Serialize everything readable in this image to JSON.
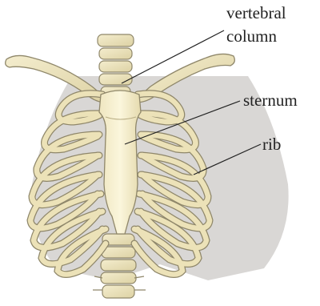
{
  "figure": {
    "subject": "rib cage anterior view",
    "colors": {
      "bone": "#ece2b8",
      "bone_outline": "#8f876a",
      "cartilage": "#e6dfcf",
      "shadow_gray": "#9a9894",
      "leader_line": "#222222"
    }
  },
  "labels": {
    "vertebral_line1": "vertebral",
    "vertebral_line2": "column",
    "sternum": "sternum",
    "rib": "rib"
  }
}
